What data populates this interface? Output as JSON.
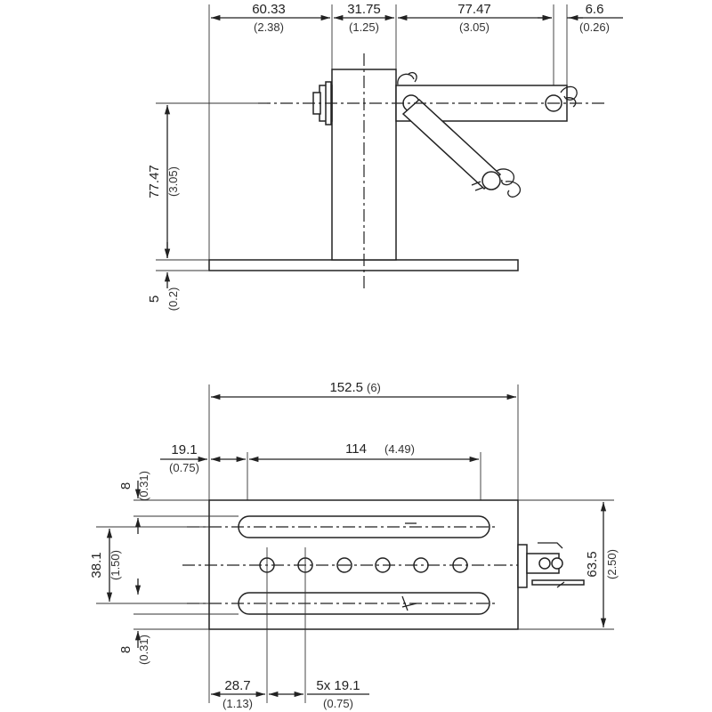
{
  "side_view": {
    "top_dims": [
      {
        "value": "60.33",
        "inch": "(2.38)"
      },
      {
        "value": "31.75",
        "inch": "(1.25)"
      },
      {
        "value": "77.47",
        "inch": "(3.05)"
      },
      {
        "value": "6.6",
        "inch": "(0.26)"
      }
    ],
    "height_dim": {
      "value": "77.47",
      "inch": "(3.05)"
    },
    "base_dim": {
      "value": "5",
      "inch": "(0.2)"
    }
  },
  "top_view": {
    "overall_width": {
      "value": "152.5",
      "inch": "(6)"
    },
    "slot_offset": {
      "value": "19.1",
      "inch": "(0.75)"
    },
    "slot_length": {
      "value": "114",
      "inch": "(4.49)"
    },
    "edge_top": {
      "value": "8",
      "inch": "(0.31)"
    },
    "slot_spacing": {
      "value": "38.1",
      "inch": "(1.50)"
    },
    "edge_bottom": {
      "value": "8",
      "inch": "(0.31)"
    },
    "plate_height": {
      "value": "63.5",
      "inch": "(2.50)"
    },
    "first_hole": {
      "value": "28.7",
      "inch": "(1.13)"
    },
    "hole_pitch": {
      "value": "5x 19.1",
      "inch": "(0.75)"
    }
  }
}
